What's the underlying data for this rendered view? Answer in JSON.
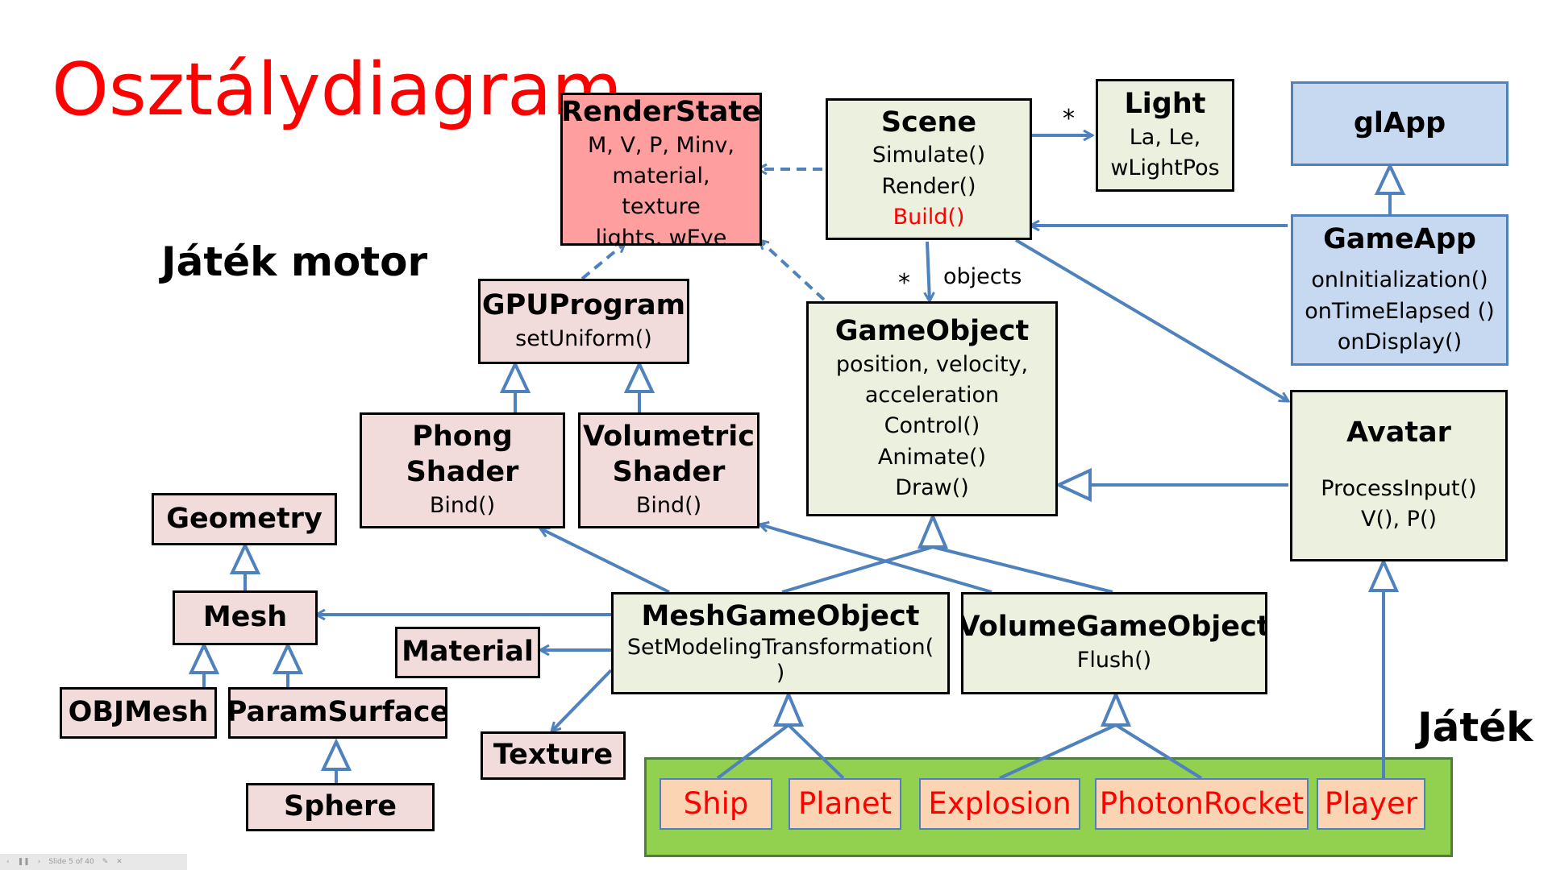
{
  "slide": {
    "title": "Osztálydiagram",
    "engine_label": "Játék motor",
    "game_label": "Játék"
  },
  "classes": {
    "renderstate": {
      "name": "RenderState",
      "lines": [
        "M, V, P, Minv,",
        "material,",
        "texture",
        "lights, wEye"
      ]
    },
    "scene": {
      "name": "Scene",
      "lines": [
        "Simulate()",
        "Render()"
      ],
      "highlight": "Build()"
    },
    "light": {
      "name": "Light",
      "lines": [
        "La, Le,",
        "wLightPos"
      ]
    },
    "glapp": {
      "name": "glApp"
    },
    "gameapp": {
      "name": "GameApp",
      "lines": [
        "onInitialization()",
        "onTimeElapsed ()",
        "onDisplay()"
      ]
    },
    "gpuprogram": {
      "name": "GPUProgram",
      "lines": [
        "setUniform()"
      ]
    },
    "gameobject": {
      "name": "GameObject",
      "lines": [
        "position, velocity,",
        "acceleration",
        "Control()",
        "Animate()",
        "Draw()"
      ]
    },
    "phongshader": {
      "name_lines": [
        "Phong",
        "Shader"
      ],
      "lines": [
        "Bind()"
      ]
    },
    "volumetricshader": {
      "name_lines": [
        "Volumetric",
        "Shader"
      ],
      "lines": [
        "Bind()"
      ]
    },
    "avatar": {
      "name": "Avatar",
      "lines": [
        "ProcessInput()",
        "V(), P()"
      ]
    },
    "geometry": {
      "name": "Geometry"
    },
    "mesh": {
      "name": "Mesh"
    },
    "material": {
      "name": "Material"
    },
    "meshgameobject": {
      "name": "MeshGameObject",
      "lines": [
        "SetModelingTransformation(",
        ")"
      ]
    },
    "volumegameobject": {
      "name": "VolumeGameObject",
      "lines": [
        "Flush()"
      ]
    },
    "objmesh": {
      "name": "OBJMesh"
    },
    "paramsurface": {
      "name": "ParamSurface"
    },
    "texture": {
      "name": "Texture"
    },
    "sphere": {
      "name": "Sphere"
    }
  },
  "game_classes": [
    "Ship",
    "Planet",
    "Explosion",
    "PhotonRocket",
    "Player"
  ],
  "labels": {
    "light_multiplicity": "*",
    "objects_multiplicity": "*",
    "objects_role": "objects"
  },
  "toolbar": {
    "prev": "‹",
    "pause": "❚❚",
    "next": "›",
    "slide_counter": "Slide 5 of 40",
    "pen": "✎",
    "close": "✕"
  },
  "colors": {
    "title": "#ff0000",
    "edge": "#4f81bd",
    "engine_class_fill": "#f2dcdb",
    "game_object_fill": "#ebf1de",
    "app_fill": "#c6d9f1",
    "renderstate_fill": "#ff9e9e",
    "game_panel_fill": "#92d050",
    "game_item_fill": "#fbd4b4"
  }
}
